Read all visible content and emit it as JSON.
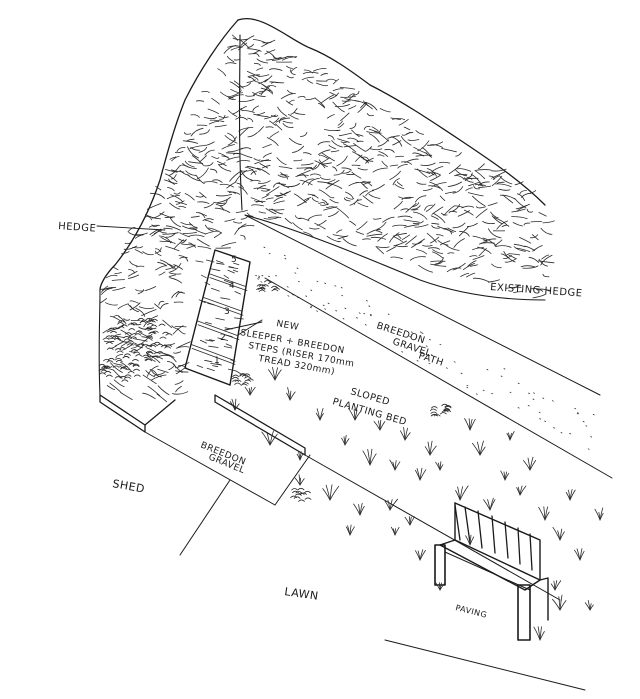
{
  "labels": {
    "hedge": "HEDGE",
    "existing_hedge": "EXISTING HEDGE",
    "steps_line1": "NEW",
    "steps_line2": "SLEEPER + BREEDON",
    "steps_line3": "STEPS (RISER 170mm",
    "steps_line4": "TREAD 320mm)",
    "path_line1": "BREEDON",
    "path_line2": "GRAVEL",
    "path_line3": "PATH",
    "bed_line1": "SLOPED",
    "bed_line2": "PLANTING BED",
    "gravel_line1": "BREEDON",
    "gravel_line2": "GRAVEL",
    "shed": "SHED",
    "lawn": "LAWN",
    "paving": "PAVING"
  },
  "step_numbers": [
    "5",
    "4",
    "3",
    "2",
    "1"
  ],
  "colors": {
    "ink": "#1a1a1a",
    "paper": "#ffffff"
  }
}
